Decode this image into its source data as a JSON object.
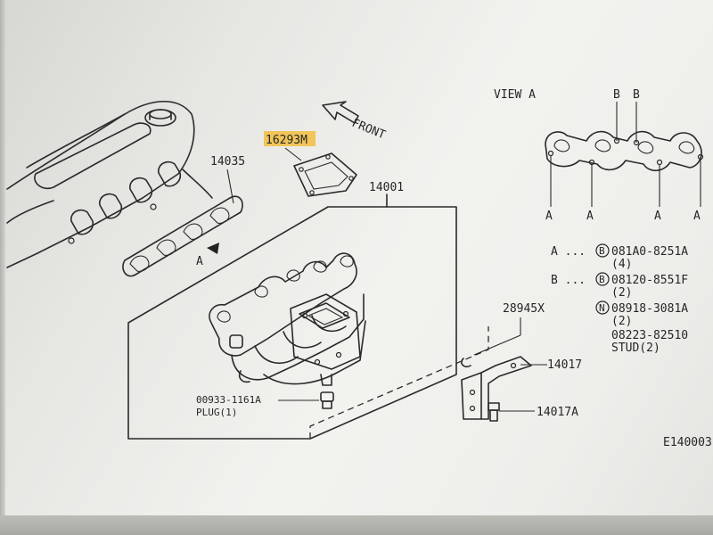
{
  "labels": {
    "front": "FRONT",
    "view_a": "VIEW A",
    "a_marker": "A",
    "part_14035": "14035",
    "part_16293m": "16293M",
    "part_14001": "14001",
    "part_28945x": "28945X",
    "part_14017": "14017",
    "part_14017a": "14017A",
    "plug_number": "00933-1161A",
    "plug_label": "PLUG(1)",
    "figure_code": "E140003"
  },
  "view_a": {
    "top_b1": "B",
    "top_b2": "B",
    "bottom_a1": "A",
    "bottom_a2": "A",
    "bottom_a3": "A",
    "bottom_a4": "A"
  },
  "legend": {
    "row_a_key": "A ...",
    "row_a_circle": "B",
    "row_a_part": "081A0-8251A",
    "row_a_qty": "(4)",
    "row_b_key": "B ...",
    "row_b_circle": "B",
    "row_b_part": "08120-8551F",
    "row_b_qty": "(2)",
    "row_n_circle": "N",
    "row_n_part": "08918-3081A",
    "row_n_qty": "(2)",
    "stud_part": "08223-82510",
    "stud_label": "STUD(2)"
  },
  "highlight_color": "#f2c14a"
}
